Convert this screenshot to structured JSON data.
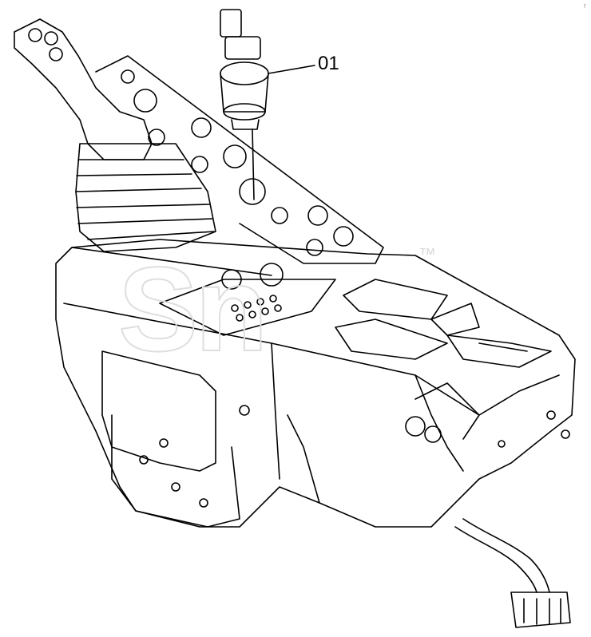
{
  "diagram": {
    "part_label": "01",
    "watermark_text": "Sn",
    "trademark": "™",
    "corner_mark": "r"
  }
}
